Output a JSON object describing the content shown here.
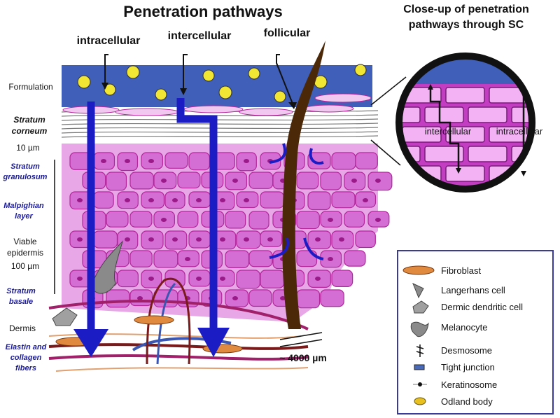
{
  "title": "Penetration pathways",
  "closeup_title_line1": "Close-up of penetration",
  "closeup_title_line2": "pathways through SC",
  "pathways": {
    "intracellular": "intracellular",
    "intercellular": "intercellular",
    "follicular": "follicular"
  },
  "layers": {
    "formulation": "Formulation",
    "stratum_line1": "Stratum",
    "corneum_line2": "corneum",
    "sc_thickness": "10 µm",
    "stratum_granulosum_line1": "Stratum",
    "stratum_granulosum_line2": "granulosum",
    "malpighian_line1": "Malpighian",
    "malpighian_line2": "layer",
    "viable_line1": "Viable",
    "viable_line2": "epidermis",
    "viable_thickness": "100 µm",
    "stratum_basale_line1": "Stratum",
    "stratum_basale_line2": "basale",
    "dermis": "Dermis",
    "fibers_line1": "Elastin and",
    "fibers_line2": "collagen",
    "fibers_line3": "fibers"
  },
  "follicle_depth": "~ 4000 µm",
  "closeup": {
    "intercellular": "intercellular",
    "intracellular": "intracellular"
  },
  "legend": [
    {
      "label": "Fibroblast"
    },
    {
      "label": "Langerhans cell"
    },
    {
      "label": "Dermic  dendritic cell"
    },
    {
      "label": "Melanocyte"
    },
    {
      "label": "Desmosome"
    },
    {
      "label": "Tight junction"
    },
    {
      "label": "Keratinosome"
    },
    {
      "label": "Odland body"
    }
  ],
  "colors": {
    "formulation": "#3f5fb8",
    "droplet": "#f1e634",
    "cell_fill": "#d46ed4",
    "cell_stroke": "#b2269a",
    "arrow": "#1c1cc4",
    "hair": "#4a2808",
    "closeup_fill": "#f3b2f3"
  }
}
